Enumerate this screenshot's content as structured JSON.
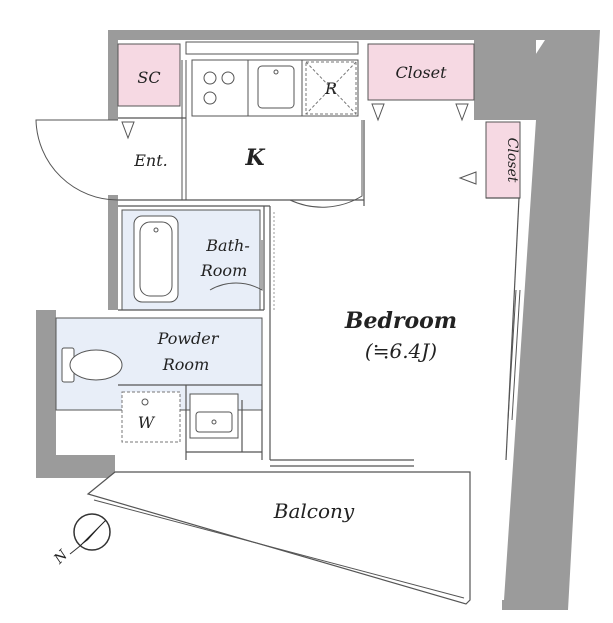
{
  "rooms": {
    "sc": "SC",
    "closet_top": "Closet",
    "closet_side": "Closet",
    "entrance": "Ent.",
    "kitchen": "K",
    "refrigerator": "R",
    "bath_line1": "Bath-",
    "bath_line2": "Room",
    "powder_line1": "Powder",
    "powder_line2": "Room",
    "washer": "W",
    "bedroom": "Bedroom",
    "bedroom_size": "(≒6.4J)",
    "balcony": "Balcony"
  },
  "compass": {
    "north_label": "N"
  },
  "colors": {
    "wall": "#9b9b9b",
    "storage": "#f6d9e3",
    "wet_area": "#e8eef8",
    "line": "#555555",
    "background": "#ffffff"
  }
}
